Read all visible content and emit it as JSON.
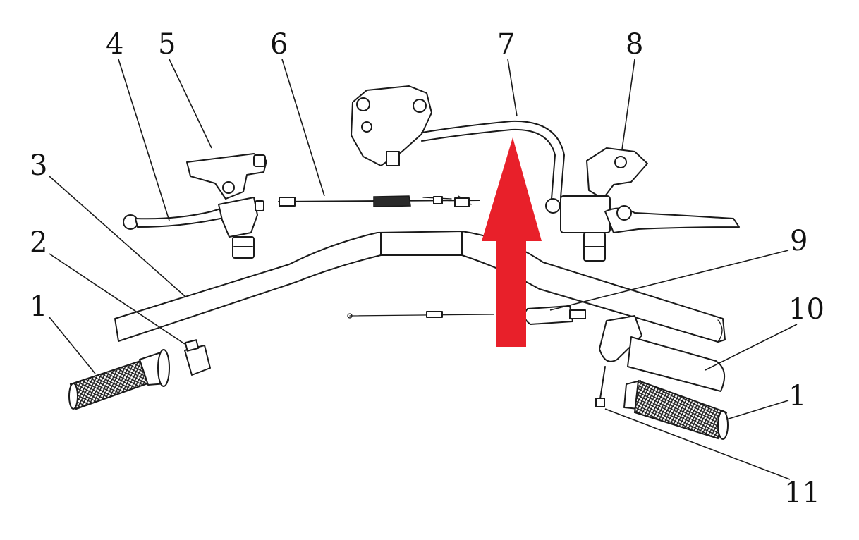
{
  "diagram": {
    "labels": [
      {
        "id": "l1a",
        "text": "1"
      },
      {
        "id": "l2",
        "text": "2"
      },
      {
        "id": "l3",
        "text": "3"
      },
      {
        "id": "l4",
        "text": "4"
      },
      {
        "id": "l5",
        "text": "5"
      },
      {
        "id": "l6",
        "text": "6"
      },
      {
        "id": "l7",
        "text": "7"
      },
      {
        "id": "l8",
        "text": "8"
      },
      {
        "id": "l9",
        "text": "9"
      },
      {
        "id": "l10",
        "text": "10"
      },
      {
        "id": "l1b",
        "text": "1"
      },
      {
        "id": "l11",
        "text": "11"
      }
    ],
    "highlight_arrow_color": "#e8202a",
    "line_color": "#1a1a1a"
  }
}
